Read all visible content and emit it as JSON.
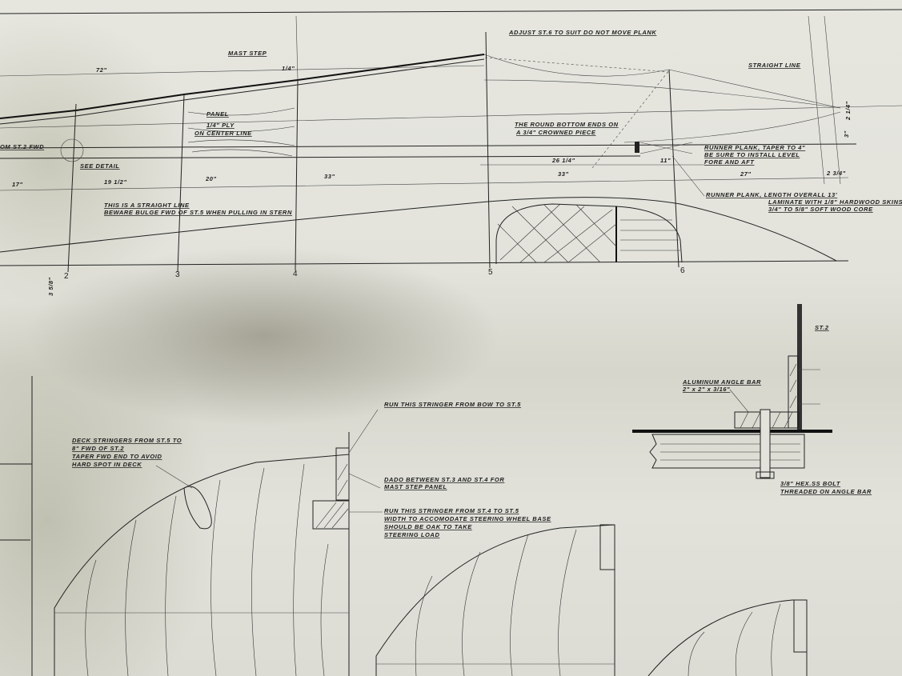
{
  "hull_profile": {
    "mast_step": "MAST STEP",
    "mast_step_dim": "1/4\"",
    "dim_72": "72\"",
    "panel_title": "PANEL",
    "panel_ply": "1/4\" PLY",
    "panel_center": "ON CENTER LINE",
    "from_st2": "OM ST.2 FWD",
    "see_detail": "SEE DETAIL",
    "dims": {
      "d17": "17\"",
      "d19": "19 1/2\"",
      "d20": "20\"",
      "d33a": "33\"",
      "d26": "26 1/4\"",
      "d11": "11\"",
      "d33b": "33\"",
      "d27": "27\"",
      "d234": "2 3/4\"",
      "d3": "3\"",
      "d214": "2 1/4\"",
      "d358": "3 5/8\""
    },
    "straight_note": [
      "THIS IS A STRAIGHT LINE",
      "BEWARE BULGE FWD OF ST.5 WHEN PULLING IN STERN"
    ],
    "stations": [
      "2",
      "3",
      "4",
      "5",
      "6"
    ],
    "adjust_note": "ADJUST ST.6 TO SUIT DO NOT MOVE PLANK",
    "straight_line": "STRAIGHT LINE",
    "round_bottom": [
      "THE ROUND BOTTOM ENDS ON",
      "A 3/4\" CROWNED PIECE"
    ],
    "runner_taper": [
      "RUNNER PLANK, TAPER TO 4\"",
      "BE SURE TO INSTALL LEVEL",
      "FORE AND AFT"
    ],
    "runner_length": [
      "RUNNER PLANK, LENGTH OVERALL 13'",
      "LAMINATE WITH 1/8\" HARDWOOD SKINS",
      "3/4\" TO 5/8\" SOFT WOOD CORE"
    ]
  },
  "detail": {
    "st2": "ST.2",
    "angle_bar": [
      "ALUMINUM ANGLE BAR",
      "2\" x 2\" x 3/16\""
    ],
    "bolt": [
      "3/8\" HEX.SS BOLT",
      "THREADED ON ANGLE BAR"
    ]
  },
  "section": {
    "run_bow": "RUN THIS STRINGER FROM BOW TO ST.5",
    "deck_stringers": [
      "DECK STRINGERS FROM ST.5 TO",
      "8\" FWD OF ST.2",
      "TAPER FWD END TO AVOID",
      "HARD SPOT IN DECK"
    ],
    "dado": [
      "DADO BETWEEN ST.3 AND ST.4 FOR",
      "MAST STEP PANEL"
    ],
    "run_st4": [
      "RUN THIS STRINGER FROM ST.4 TO ST.5",
      "WIDTH TO ACCOMODATE STEERING WHEEL BASE",
      "SHOULD BE OAK TO TAKE",
      "STEERING LOAD"
    ]
  },
  "colors": {
    "paper": "#e3e3dc",
    "ink": "#1c1c1c"
  }
}
